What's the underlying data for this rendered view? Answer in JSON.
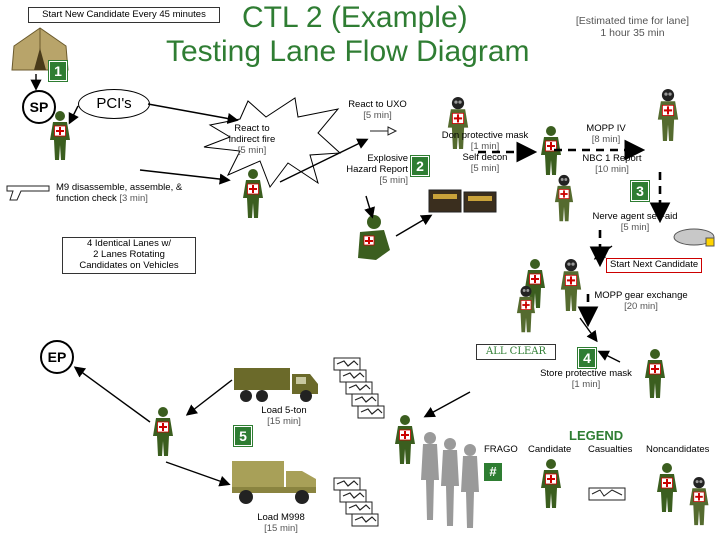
{
  "header": {
    "banner": "Start New Candidate Every 45 minutes",
    "title_line1": "CTL 2 (Example)",
    "title_line2": "Testing Lane Flow Diagram",
    "estimate_line1": "[Estimated time for lane]",
    "estimate_line2": "1 hour 35 min"
  },
  "points": {
    "sp": "SP",
    "ep": "EP"
  },
  "stations": {
    "s1": "1",
    "s2": "2",
    "s3": "3",
    "s4": "4",
    "s5": "5",
    "pci": "PCI's"
  },
  "tasks": {
    "react_uxo": "React to UXO",
    "react_uxo_time": "[5 min]",
    "react_fire_1": "React to",
    "react_fire_2": "indirect fire",
    "react_fire_time": "[5 min]",
    "explosive_1": "Explosive",
    "explosive_2": "Hazard Report",
    "explosive_time": "[5 min]",
    "m9_1": "M9 disassemble, assemble, &",
    "m9_2": "function check",
    "m9_time": "[3 min]",
    "don_mask": "Don protective mask",
    "don_mask_time": "[1 min]",
    "self_decon": "Self decon",
    "self_decon_time": "[5 min]",
    "mopp4": "MOPP IV",
    "mopp4_time": "[8 min]",
    "nbc1": "NBC 1 Report",
    "nbc1_time": "[10 min]",
    "nerve_agent": "Nerve agent self-aid",
    "nerve_agent_time": "[5 min]",
    "start_next": "Start Next Candidate",
    "mopp_exchange": "MOPP gear exchange",
    "mopp_exchange_time": "[20 min]",
    "all_clear": "ALL CLEAR",
    "store_mask": "Store protective mask",
    "store_mask_time": "[1 min]",
    "load_5ton": "Load 5-ton",
    "load_5ton_time": "[15 min]",
    "load_m998": "Load M998",
    "load_m998_time": "[15 min]"
  },
  "lanes_note": {
    "line1": "4 Identical Lanes w/",
    "line2": "2 Lanes Rotating",
    "line3": "Candidates on Vehicles"
  },
  "legend": {
    "title": "LEGEND",
    "frago": "FRAGO",
    "candidate": "Candidate",
    "casualties": "Casualties",
    "noncandidates": "Noncandidates",
    "hash": "#"
  },
  "colors": {
    "title_green": "#2f7d33",
    "soldier_green": "#3b5e1f",
    "step_badge": "#2e7d32",
    "border_red": "#cc0000",
    "start_box": "#f0c040"
  },
  "icons": [
    "tent-icon",
    "soldier-icon",
    "gas-mask-soldier-icon",
    "explosion-icon",
    "pistol-icon",
    "truck-icon",
    "humvee-icon",
    "casualty-icon",
    "frago-document-icon",
    "ammo-crate-icon"
  ]
}
